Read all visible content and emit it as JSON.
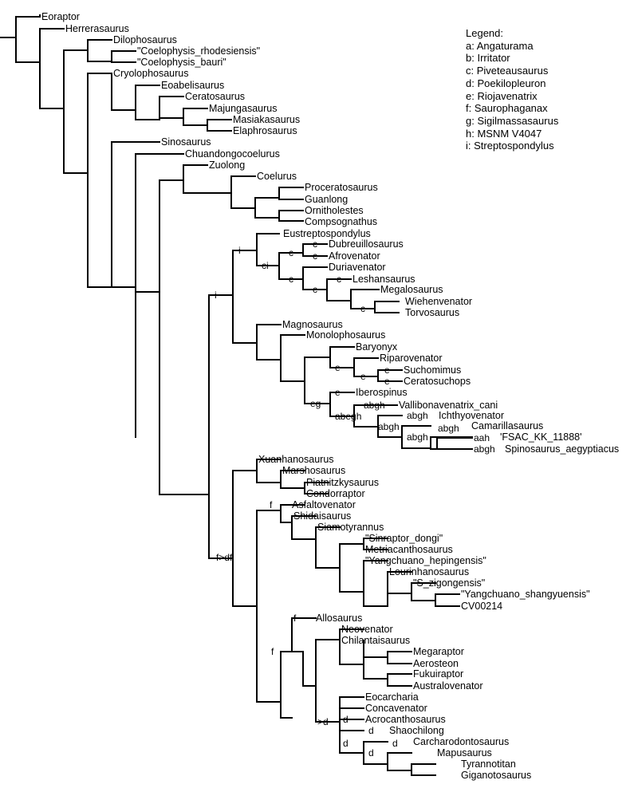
{
  "legend": {
    "title": "Legend:",
    "entries": [
      "a: Angaturama",
      "b: Irritator",
      "c: Piveteausaurus",
      "d: Poekilopleuron",
      "e: Riojavenatrix",
      "f: Saurophaganax",
      "g: Sigilmassasaurus",
      "h: MSNM V4047",
      "i: Streptospondylus"
    ]
  },
  "taxa": [
    "Eoraptor",
    "Herrerasaurus",
    "Dilophosaurus",
    "\"Coelophysis_rhodesiensis\"",
    "\"Coelophysis_bauri\"",
    "Cryolophosaurus",
    "Eoabelisaurus",
    "Ceratosaurus",
    "Majungasaurus",
    "Masiakasaurus",
    "Elaphrosaurus",
    "Sinosaurus",
    "Chuandongocoelurus",
    "Zuolong",
    "Coelurus",
    "Proceratosaurus",
    "Guanlong",
    "Ornitholestes",
    "Compsognathus",
    "Eustreptospondylus",
    "Dubreuillosaurus",
    "Afrovenator",
    "Duriavenator",
    "Leshansaurus",
    "Megalosaurus",
    "Wiehenvenator",
    "Torvosaurus",
    "Magnosaurus",
    "Monolophosaurus",
    "Baryonyx",
    "Riparovenator",
    "Suchomimus",
    "Ceratosuchops",
    "Iberospinus",
    "Vallibonavenatrix_cani",
    "Ichthyovenator",
    "Camarillasaurus",
    "'FSAC_KK_11888'",
    "Spinosaurus_aegyptiacus",
    "Xuanhanosaurus",
    "Marshosaurus",
    "Piatnitzkysaurus",
    "Condorraptor",
    "Asfaltovenator",
    "Shidaisaurus",
    "Siamotyrannus",
    "\"Sinraptor_dongi\"",
    "Metriacanthosaurus",
    "\"Yangchuano_hepingensis\"",
    "Lourinhanosaurus",
    "\"S_zigongensis\"",
    "\"Yangchuano_shangyuensis\"",
    "CV00214",
    "Allosaurus",
    "Neovenator",
    "Chilantaisaurus",
    "Megaraptor",
    "Aerosteon",
    "Fukuiraptor",
    "Australovenator",
    "Eocarcharia",
    "Concavenator",
    "Acrocanthosaurus",
    "Shaochilong",
    "Carcharodontosaurus",
    "Mapusaurus",
    "Tyrannotitan",
    "Giganotosaurus"
  ],
  "node_labels": [
    "i",
    "i",
    "ci",
    "c",
    "c",
    "c",
    "c",
    "c",
    "c",
    "c",
    "e",
    "e",
    "e",
    "e",
    "eg",
    "e",
    "abegh",
    "abgh",
    "abgh",
    "abgh",
    "abgh",
    "abgh",
    "aah",
    "abgh",
    "f>df",
    "f",
    "f",
    "f",
    ">d",
    "d",
    "d",
    "d",
    "d",
    "d"
  ]
}
